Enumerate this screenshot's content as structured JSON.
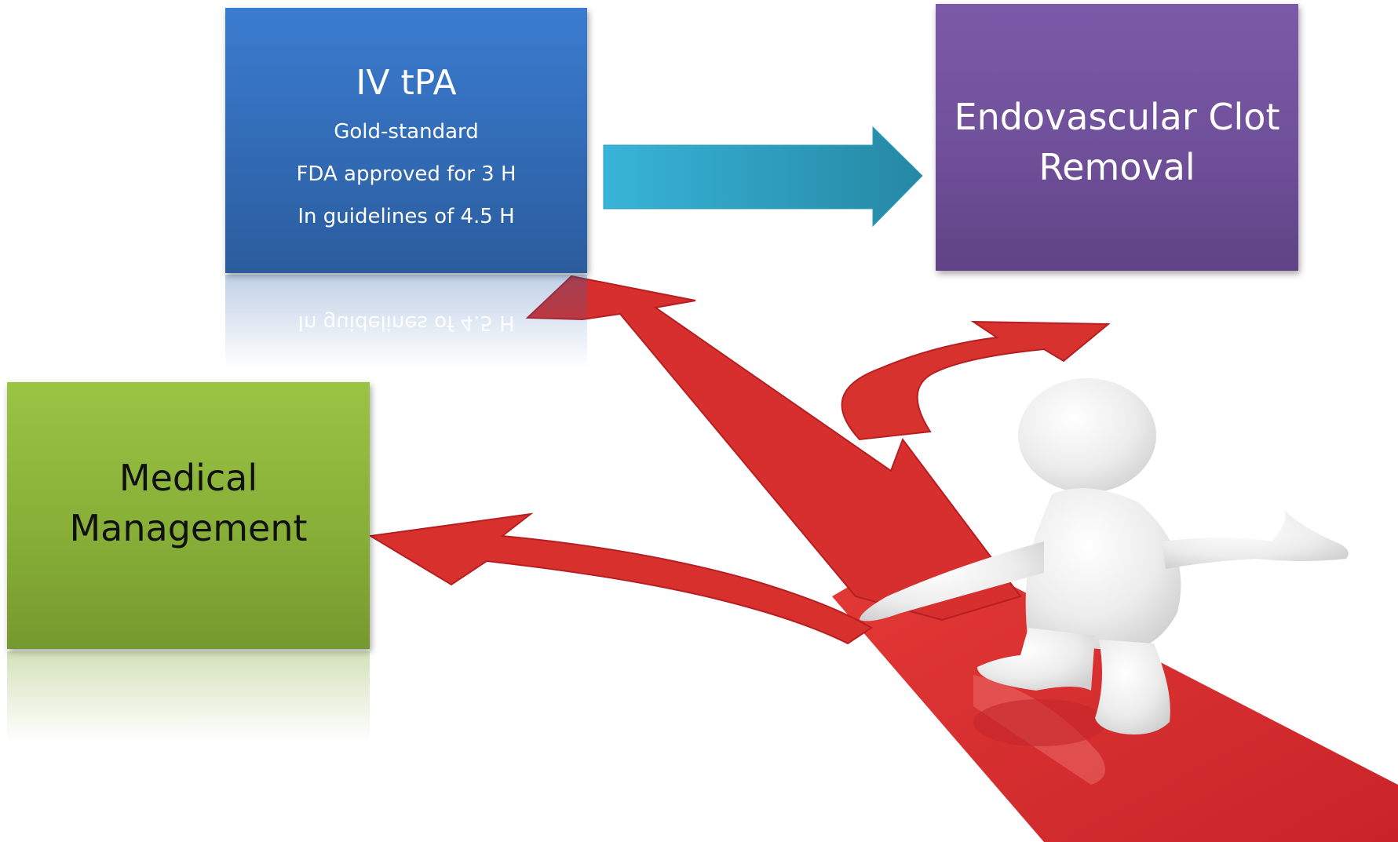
{
  "iv_tpa": {
    "title": "IV tPA",
    "lines": [
      "Gold-standard",
      "FDA approved for 3 H",
      "In guidelines of 4.5 H"
    ]
  },
  "endovascular": {
    "line1": "Endovascular Clot",
    "line2": "Removal"
  },
  "medical": {
    "line1": "Medical",
    "line2": "Management"
  },
  "colors": {
    "tpa_box": "#2f66ad",
    "endovascular_box": "#6e4f98",
    "medical_box": "#86ad36",
    "transition_arrow": "#2e9fc4",
    "road_arrows": "#d9312f",
    "figure": "#e8e8e8"
  },
  "icons": {
    "transition_arrow": "block-arrow-right-icon",
    "road": "forked-road-arrows-icon",
    "figure": "3d-person-figure-icon"
  }
}
